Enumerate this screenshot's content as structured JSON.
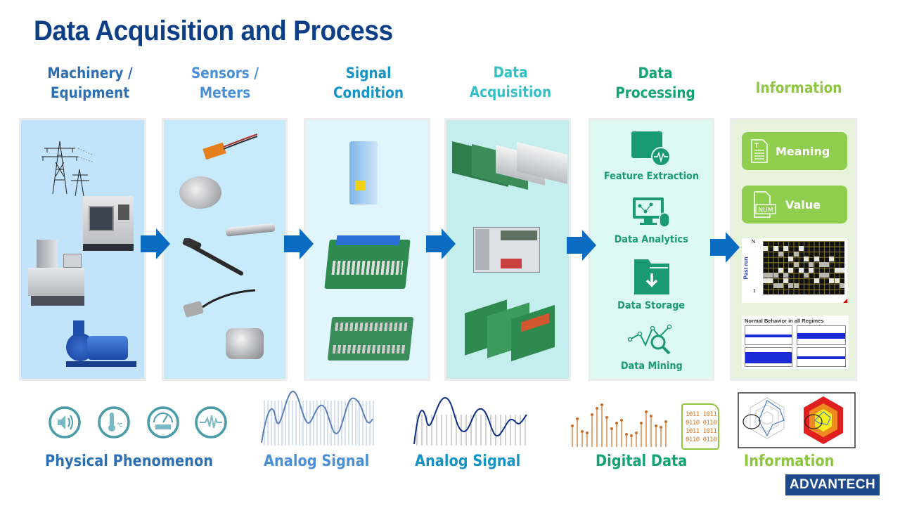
{
  "title": "Data Acquisition and Process",
  "stages": [
    {
      "line1": "Machinery /",
      "line2": "Equipment",
      "color": "#2c6fb3",
      "panel_bg": "#c3e3fb"
    },
    {
      "line1": "Sensors /",
      "line2": "Meters",
      "color": "#4a90d9",
      "panel_bg": "#c7ebfc"
    },
    {
      "line1": "Signal",
      "line2": "Condition",
      "color": "#1594c6",
      "panel_bg": "#e1f5fd"
    },
    {
      "line1": "Data",
      "line2": "Acquisition",
      "color": "#33c1c6",
      "panel_bg": "#c4eeee"
    },
    {
      "line1": "Data",
      "line2": "Processing",
      "color": "#12a572",
      "panel_bg": "#ddfaf2"
    },
    {
      "line1": "Information",
      "line2": "",
      "color": "#8dc63f",
      "panel_bg": "#e8f3dc"
    }
  ],
  "arrow_color": "#0a6bc2",
  "processing_items": [
    {
      "label": "Feature Extraction",
      "icon": "feature-extraction-icon"
    },
    {
      "label": "Data Analytics",
      "icon": "data-analytics-icon"
    },
    {
      "label": "Data Storage",
      "icon": "data-storage-icon"
    },
    {
      "label": "Data Mining",
      "icon": "data-mining-icon"
    }
  ],
  "information_items": [
    {
      "label": "Meaning",
      "icon": "document-text-icon"
    },
    {
      "label": "Value",
      "icon": "num-file-icon",
      "icon_text": "NUM"
    }
  ],
  "heatmap": {
    "ylabel": "Past run",
    "top_tick": "N",
    "bottom_tick": "1"
  },
  "regimes_chart": {
    "title": "Normal Behavior in all Regimes"
  },
  "bottom_labels": [
    {
      "text": "Physical Phenomenon",
      "color": "#2c6fb3"
    },
    {
      "text": "Analog Signal",
      "color": "#4a90d9"
    },
    {
      "text": "Analog Signal",
      "color": "#1594c6"
    },
    {
      "text": "Digital Data",
      "color": "#12a572"
    },
    {
      "text": "Information",
      "color": "#8dc63f"
    }
  ],
  "phenomenon_icons": [
    "sound-icon",
    "thermometer-icon",
    "gauge-icon",
    "vibration-icon"
  ],
  "binary_text": [
    "1011 1011",
    "0110 0110",
    "1011 1011",
    "0110 0110"
  ],
  "logo": "ADVANTECH"
}
